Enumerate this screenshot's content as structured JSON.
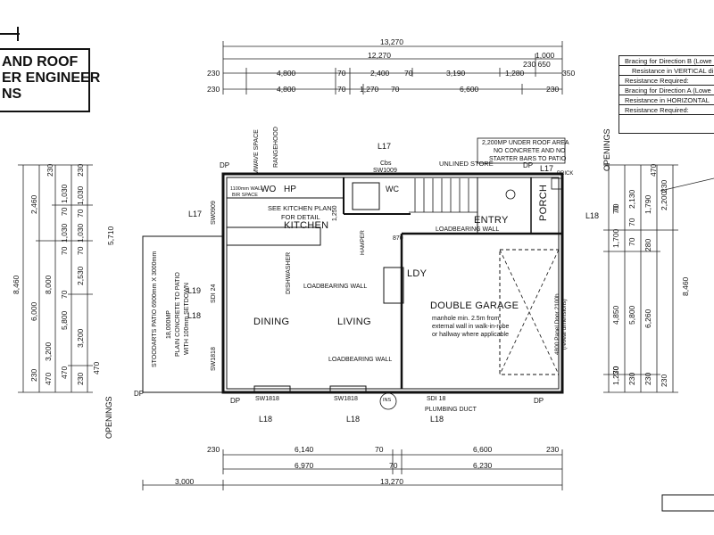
{
  "notes": {
    "corner_line1": "AND ROOF",
    "corner_line2": "ER ENGINEER",
    "corner_line3": "NS",
    "concrete_area": "2,200MP UNDER ROOF AREA",
    "concrete_area2": "NO CONCRETE AND NO",
    "concrete_area3": "STARTER BARS TO PATIO",
    "patio_line1": "STOODARTS PATIO 6900mm X 3000mm",
    "patio_line2": "18,000MP",
    "patio_line3": "PLAIN CONCRETE TO PATIO",
    "patio_line4": "WITH 100mm SETDOWN",
    "manhole": "manhole min. 2.5m from",
    "manhole2": "external wall in walk-in-robe",
    "manhole3": "or hallway where applicable",
    "panel_door": "4800 Panel Door 2100h",
    "panel_door2": "(reveal dimensions)"
  },
  "bracing_table": [
    "Bracing for Direction B (Lowe",
    "Resistance in VERTICAL di",
    "Resistance Required:",
    "Bracing for Direction A (Lowe",
    "Resistance in HORIZONTAL",
    "Resistance Required:"
  ],
  "dims": {
    "top_total": "13,270",
    "top_row2_total": "12,270",
    "top_1000": "1,000",
    "top_230_650": "230 650",
    "top_r1": [
      "230",
      "4,800",
      "70",
      "2,400",
      "70",
      "3,190",
      "1,280",
      "350"
    ],
    "top_r2": [
      "230",
      "4,800",
      "70",
      "1,270",
      "70",
      "6,600",
      "230"
    ],
    "bot_r1": [
      "230",
      "6,140",
      "70",
      "6,600",
      "230"
    ],
    "bot_r2": [
      "6,970",
      "70",
      "6,230"
    ],
    "bot_r3": [
      "3,000",
      "13,270"
    ],
    "left_total": "8,460",
    "left_a": [
      "2,460",
      "8,000",
      "6,000",
      "5,800",
      "3,200",
      "230",
      "470"
    ],
    "left_b": [
      "230",
      "1,030",
      "70",
      "1,030",
      "70",
      "2,530",
      "70",
      "3,200",
      "230",
      "470"
    ],
    "left_c": [
      "230",
      "470",
      "1,030",
      "70",
      "1,030",
      "70",
      "5,710"
    ],
    "right_total": "8,460",
    "right_a": [
      "470",
      "2,130",
      "70",
      "1,790",
      "2,200",
      "230"
    ],
    "right_b": [
      "4,850",
      "5,800",
      "6,260",
      "70",
      "230",
      "230"
    ],
    "right_c": [
      "1,700",
      "280",
      "70",
      "70",
      "1,230",
      "70",
      "230"
    ]
  },
  "rooms": {
    "dining": "DINING",
    "living": "LIVING",
    "kitchen": "KITCHEN",
    "kitchen_note1": "SEE KITCHEN PLAN",
    "kitchen_note2": "FOR DETAIL",
    "garage": "DOUBLE GARAGE",
    "entry": "ENTRY",
    "porch": "PORCH",
    "ldy": "LDY",
    "wc": "WC",
    "hp": "HP",
    "wo": "WO",
    "unlined_store": "UNLINED STORE"
  },
  "labels": {
    "openings_left": "OPENINGS",
    "openings_right": "OPENINGS",
    "l17_a": "L17",
    "l17_b": "L17",
    "l17_c": "L17",
    "l18_a": "L18",
    "l18_b": "L18",
    "l18_c": "L18",
    "l18_d": "L18",
    "l19": "L19",
    "dp": "DP",
    "mwave": "MWAVE SPACE",
    "rangehood": "RANGEHOOD",
    "dishwasher": "DISHWASHER",
    "loadbearing1": "LOADBEARING WALL",
    "loadbearing2": "LOADBEARING WALL",
    "loadbearing3": "LOADBEARING WALL",
    "hamper": "HAMPER",
    "sw1818_a": "SW1818",
    "sw1818_b": "SW1818",
    "sw1009": "SW1009",
    "sw0909": "SW0909",
    "sdi24": "SDI 24",
    "sdi18": "SDI 18",
    "plumbing": "PLUMBING DUCT",
    "brick": "BRICK",
    "bath_900": "1100mm WALL",
    "bath_900b": "BIR SPACE",
    "d1250": "1,250",
    "d870": "870",
    "ins": "INS",
    "cbs": "Cbs"
  }
}
